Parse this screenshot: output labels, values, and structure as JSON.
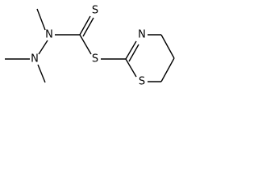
{
  "molecule": {
    "atoms": {
      "n1": "N",
      "n2": "N",
      "s_thione": "S",
      "s_link": "S",
      "n_ring": "N",
      "s_ring": "S"
    }
  },
  "colors": {
    "bond": "#000000",
    "label": "#000000",
    "background": "#ffffff"
  }
}
